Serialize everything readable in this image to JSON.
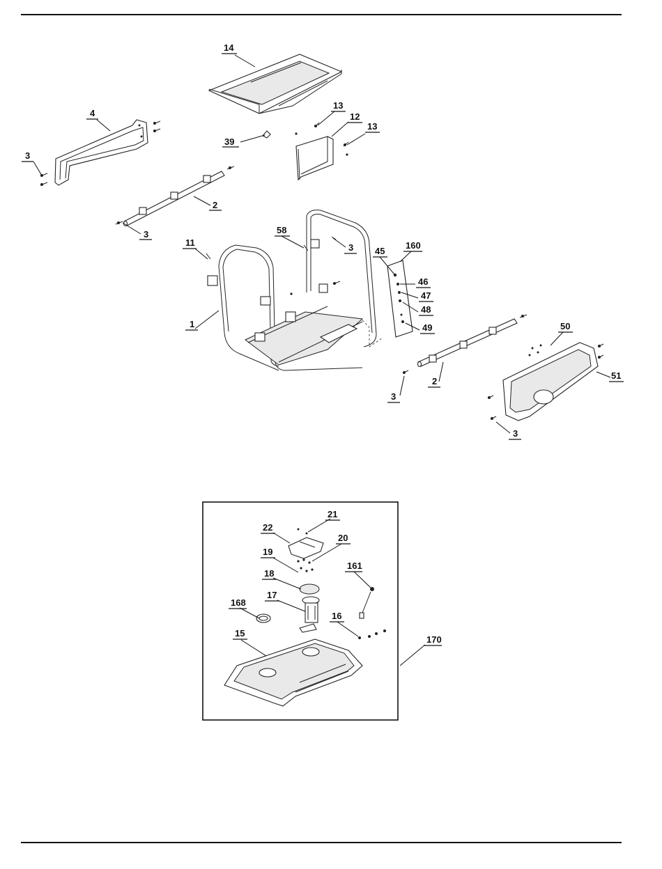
{
  "callouts": {
    "c1": "1",
    "c2a": "2",
    "c2b": "2",
    "c3a": "3",
    "c3b": "3",
    "c3c": "3",
    "c3d": "3",
    "c3e": "3",
    "c4": "4",
    "c11": "11",
    "c12": "12",
    "c13a": "13",
    "c13b": "13",
    "c14": "14",
    "c15": "15",
    "c16": "16",
    "c17": "17",
    "c18": "18",
    "c19": "19",
    "c20": "20",
    "c21": "21",
    "c22": "22",
    "c39": "39",
    "c45": "45",
    "c46": "46",
    "c47": "47",
    "c48": "48",
    "c49": "49",
    "c50": "50",
    "c51": "51",
    "c58": "58",
    "c160": "160",
    "c161": "161",
    "c168": "168",
    "c170": "170"
  }
}
